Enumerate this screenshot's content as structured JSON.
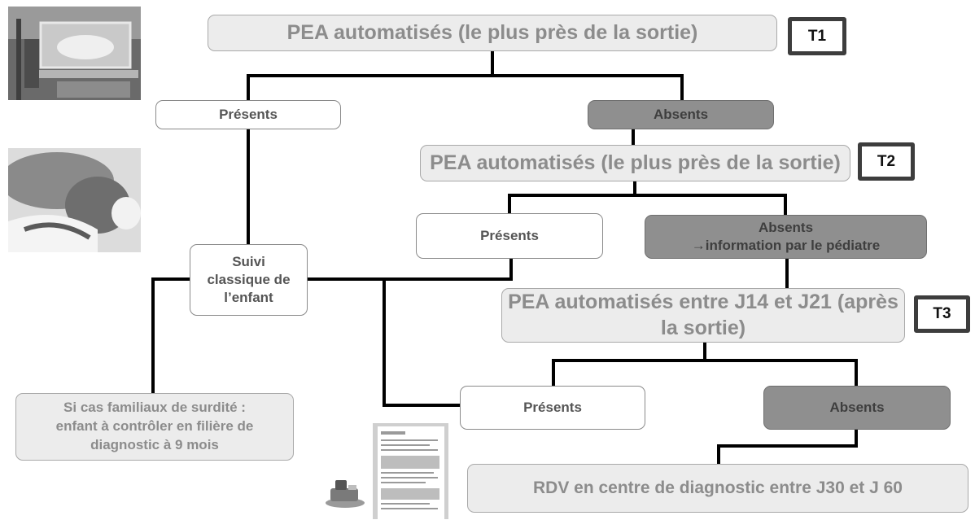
{
  "tiers": {
    "t1": {
      "tag": "T1",
      "test": "PEA automatisés (le plus près de la sortie)"
    },
    "t2": {
      "tag": "T2",
      "test": "PEA automatisés (le plus près de la sortie)"
    },
    "t3": {
      "tag": "T3",
      "test_line1": "PEA automatisés entre J14 et J21 (après",
      "test_line2": "la sortie)"
    }
  },
  "results": {
    "present_1": "Présents",
    "absent_1": "Absents",
    "present_2": "Présents",
    "absent_2_line1": "Absents",
    "absent_2_line2": "→information par le pédiatre",
    "present_3": "Présents",
    "absent_3": "Absents"
  },
  "followup": {
    "line1": "Suivi",
    "line2": "classique de",
    "line3": "l’enfant"
  },
  "familial_note": {
    "line1": "Si cas familiaux de surdité :",
    "line2": "enfant à contrôler en filière de",
    "line3": "diagnostic à 9 mois"
  },
  "final": "RDV en centre de diagnostic entre J30 et J 60",
  "images": [
    {
      "icon": "incubator-photo"
    },
    {
      "icon": "newborn-hearing-test-photo"
    },
    {
      "icon": "hearing-report-document"
    },
    {
      "icon": "hearing-screening-device"
    }
  ]
}
